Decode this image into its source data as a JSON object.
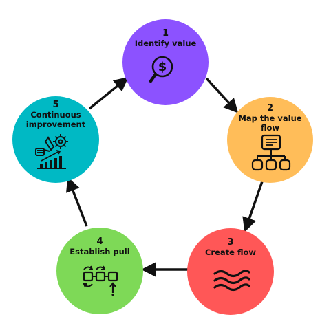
{
  "colors": {
    "identify": "#8C52FF",
    "map": "#FFBD59",
    "create": "#FF5757",
    "establish": "#7ED957",
    "improve": "#00B9C4",
    "arrow": "#111111",
    "background": "#FFFFFF"
  },
  "steps": [
    {
      "number": "1",
      "title": "Identify value",
      "icon": "dollar-magnifier-icon"
    },
    {
      "number": "2",
      "title": "Map the value flow",
      "title_lines": [
        "Map the value",
        "flow"
      ],
      "icon": "flowchart-icon"
    },
    {
      "number": "3",
      "title": "Create flow",
      "icon": "wave-lines-icon"
    },
    {
      "number": "4",
      "title": "Establish pull",
      "icon": "pull-cycle-icon"
    },
    {
      "number": "5",
      "title": "Continuous improvement",
      "title_lines": [
        "Continuous",
        "improvement"
      ],
      "icon": "growth-gear-icon"
    }
  ],
  "cycle": [
    "1",
    "2",
    "3",
    "4",
    "5",
    "1"
  ]
}
